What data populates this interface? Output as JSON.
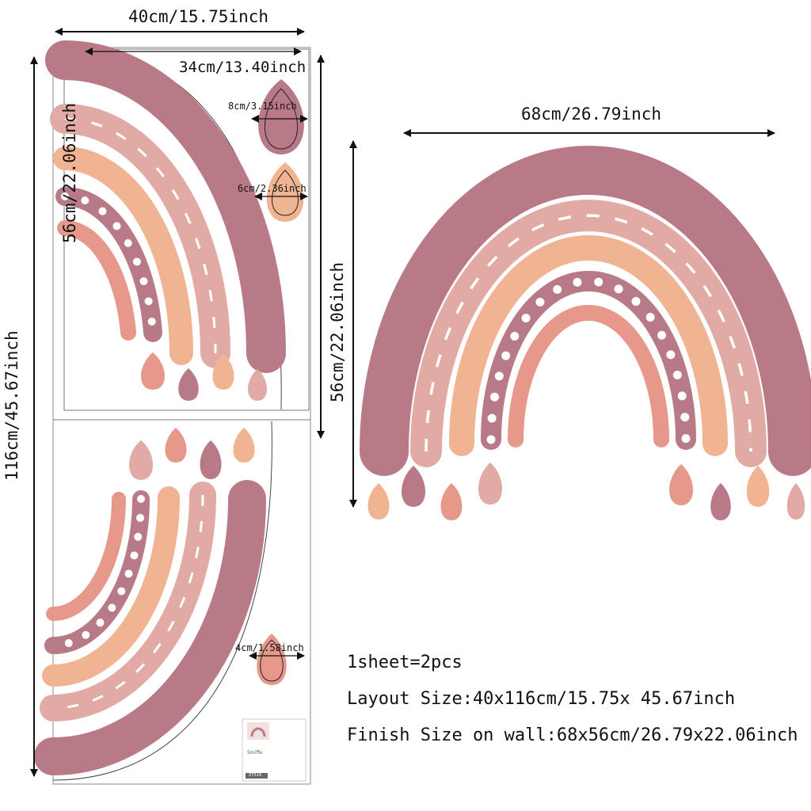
{
  "dimensions": {
    "sheet_width": "40cm/15.75inch",
    "sheet_height": "116cm/45.67inch",
    "rainbow_panel_width": "34cm/13.40inch",
    "rainbow_height_left": "56cm/22.06inch",
    "drop_large": "8cm/3.15inch",
    "drop_medium": "6cm/2.36inch",
    "drop_small": "4cm/1.58inch",
    "finished_width": "68cm/26.79inch",
    "finished_height": "56cm/22.06inch"
  },
  "info": {
    "sheets": "1sheet=2pcs",
    "layout_size": "Layout Size:40x116cm/15.75x 45.67inch",
    "finish_size": "Finish Size on wall:68x56cm/26.79x22.06inch"
  },
  "label_card": {
    "brand": "Smiffe",
    "code": "ZY518"
  },
  "colors": {
    "mauve": "#b97a88",
    "pink": "#e2aaa4",
    "peach": "#f1b492",
    "coral": "#e6998a",
    "white": "#ffffff",
    "line": "#111111"
  }
}
